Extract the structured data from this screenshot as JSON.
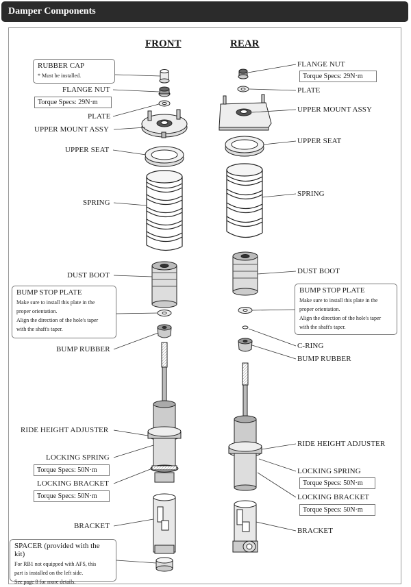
{
  "header": {
    "title": "Damper Components"
  },
  "columns": {
    "front": "FRONT",
    "rear": "REAR"
  },
  "front": {
    "rubber_cap": {
      "title": "RUBBER CAP",
      "note": "* Must be installed."
    },
    "flange_nut": "FLANGE NUT",
    "flange_nut_torque": "Torque Specs: 29N·m",
    "plate": "PLATE",
    "upper_mount": "UPPER MOUNT ASSY",
    "upper_seat": "UPPER SEAT",
    "spring": "SPRING",
    "dust_boot": "DUST BOOT",
    "bump_stop": {
      "title": "BUMP STOP PLATE",
      "lines": [
        "Make sure to install this plate in the",
        "proper orientation.",
        "Align the direction of the hole's taper",
        "with the shaft's taper."
      ]
    },
    "bump_rubber": "BUMP RUBBER",
    "ride_height": "RIDE HEIGHT ADJUSTER",
    "locking_spring": "LOCKING SPRING",
    "locking_spring_torque": "Torque Specs: 50N·m",
    "locking_bracket": "LOCKING BRACKET",
    "locking_bracket_torque": "Torque Specs: 50N·m",
    "bracket": "BRACKET",
    "spacer": {
      "title": "SPACER (provided with the kit)",
      "lines": [
        "For RB1 not equipped with AFS, this",
        "part is installed on the left side.",
        "See page 8 for more details."
      ]
    }
  },
  "rear": {
    "flange_nut": "FLANGE NUT",
    "flange_nut_torque": "Torque Specs: 29N·m",
    "plate": "PLATE",
    "upper_mount": "UPPER MOUNT ASSY",
    "upper_seat": "UPPER SEAT",
    "spring": "SPRING",
    "dust_boot": "DUST BOOT",
    "bump_stop": {
      "title": "BUMP STOP PLATE",
      "lines": [
        "Make sure to install this plate in the",
        "proper orientation.",
        "Align the direction of the hole's taper",
        "with the shaft's taper."
      ]
    },
    "c_ring": "C-RING",
    "bump_rubber": "BUMP RUBBER",
    "ride_height": "RIDE HEIGHT ADJUSTER",
    "locking_spring": "LOCKING SPRING",
    "locking_spring_torque": "Torque Specs: 50N·m",
    "locking_bracket": "LOCKING BRACKET",
    "locking_bracket_torque": "Torque Specs: 50N·m",
    "bracket": "BRACKET"
  }
}
